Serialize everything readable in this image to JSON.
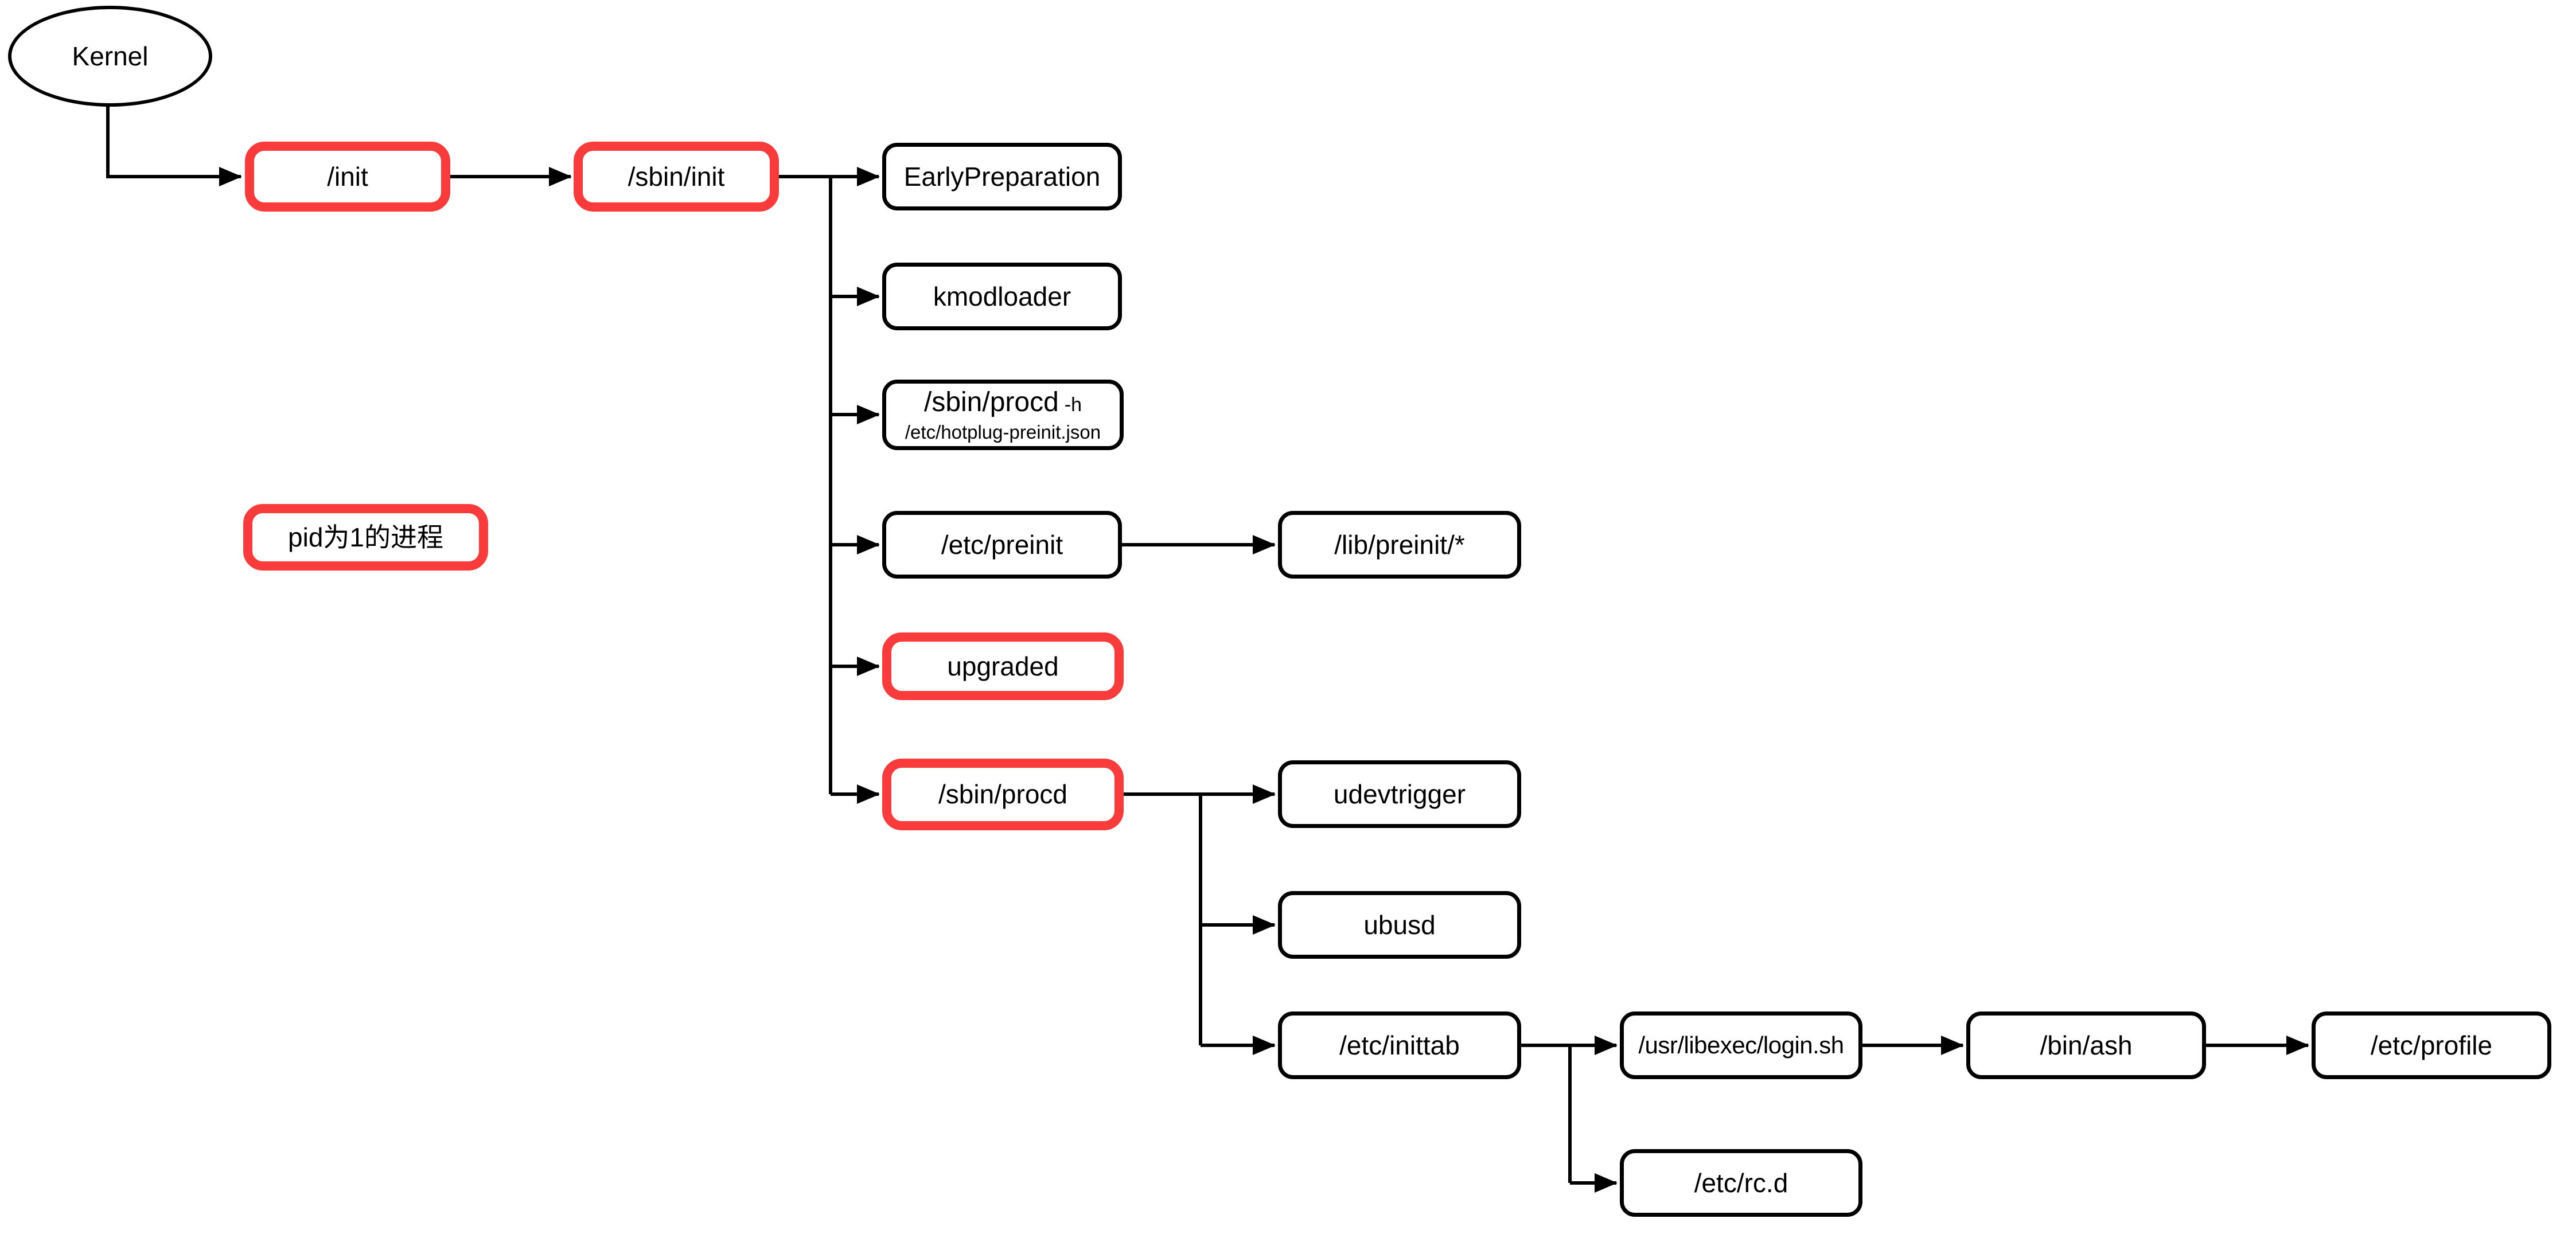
{
  "diagram": {
    "title_hint": "init process flowchart",
    "colors": {
      "background": "#ffffff",
      "node_border": "#000000",
      "highlight_border": "#f93b3b",
      "connector": "#000000",
      "text": "#000000"
    },
    "nodes": {
      "kernel": {
        "label": "Kernel",
        "shape": "ellipse",
        "highlight": false
      },
      "init": {
        "label": "/init",
        "shape": "rounded-rect",
        "highlight": true
      },
      "sbin_init": {
        "label": "/sbin/init",
        "shape": "rounded-rect",
        "highlight": true
      },
      "early_preparation": {
        "label": "EarlyPreparation",
        "shape": "rounded-rect",
        "highlight": false
      },
      "kmodloader": {
        "label": "kmodloader",
        "shape": "rounded-rect",
        "highlight": false
      },
      "sbin_procd_h": {
        "label": "/sbin/procd",
        "suffix": "-h",
        "sub_label": "/etc/hotplug-preinit.json",
        "shape": "rounded-rect",
        "highlight": false
      },
      "pid1_note": {
        "label": "pid为1的进程",
        "shape": "rounded-rect",
        "highlight": true
      },
      "etc_preinit": {
        "label": "/etc/preinit",
        "shape": "rounded-rect",
        "highlight": false
      },
      "lib_preinit": {
        "label": "/lib/preinit/*",
        "shape": "rounded-rect",
        "highlight": false
      },
      "upgraded": {
        "label": "upgraded",
        "shape": "rounded-rect",
        "highlight": true
      },
      "sbin_procd": {
        "label": "/sbin/procd",
        "shape": "rounded-rect",
        "highlight": true
      },
      "udevtrigger": {
        "label": "udevtrigger",
        "shape": "rounded-rect",
        "highlight": false
      },
      "ubusd": {
        "label": "ubusd",
        "shape": "rounded-rect",
        "highlight": false
      },
      "etc_inittab": {
        "label": "/etc/inittab",
        "shape": "rounded-rect",
        "highlight": false
      },
      "login_sh": {
        "label": "/usr/libexec/login.sh",
        "shape": "rounded-rect",
        "highlight": false
      },
      "bin_ash": {
        "label": "/bin/ash",
        "shape": "rounded-rect",
        "highlight": false
      },
      "etc_profile": {
        "label": "/etc/profile",
        "shape": "rounded-rect",
        "highlight": false
      },
      "etc_rcd": {
        "label": "/etc/rc.d",
        "shape": "rounded-rect",
        "highlight": false
      }
    },
    "edges": [
      {
        "from": "kernel",
        "to": "init"
      },
      {
        "from": "init",
        "to": "sbin_init"
      },
      {
        "from": "sbin_init",
        "to": "early_preparation"
      },
      {
        "from": "sbin_init",
        "to": "kmodloader"
      },
      {
        "from": "sbin_init",
        "to": "sbin_procd_h"
      },
      {
        "from": "sbin_init",
        "to": "etc_preinit"
      },
      {
        "from": "sbin_init",
        "to": "upgraded"
      },
      {
        "from": "sbin_init",
        "to": "sbin_procd"
      },
      {
        "from": "etc_preinit",
        "to": "lib_preinit"
      },
      {
        "from": "sbin_procd",
        "to": "udevtrigger"
      },
      {
        "from": "sbin_procd",
        "to": "ubusd"
      },
      {
        "from": "sbin_procd",
        "to": "etc_inittab"
      },
      {
        "from": "etc_inittab",
        "to": "login_sh"
      },
      {
        "from": "etc_inittab",
        "to": "etc_rcd"
      },
      {
        "from": "login_sh",
        "to": "bin_ash"
      },
      {
        "from": "bin_ash",
        "to": "etc_profile"
      }
    ]
  }
}
